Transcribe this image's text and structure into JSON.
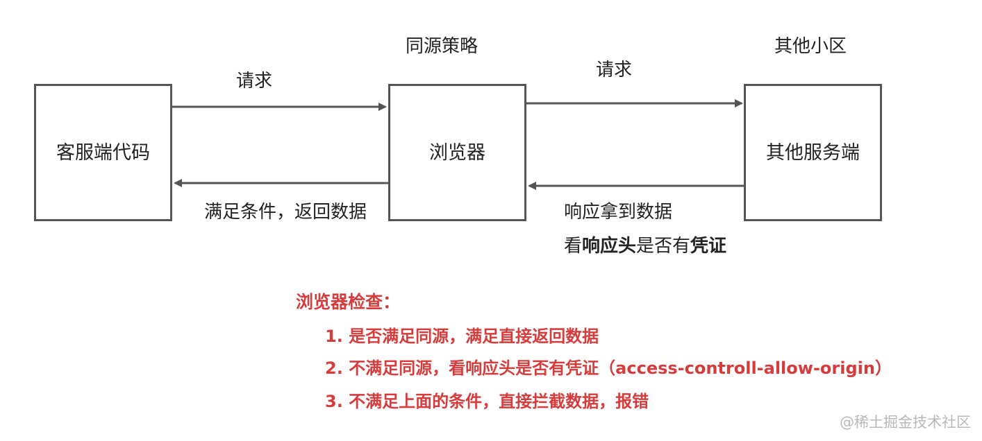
{
  "diagram": {
    "nodes": {
      "client_code": "客服端代码",
      "browser": "浏览器",
      "other_server": "其他服务端"
    },
    "headers": {
      "same_origin_policy": "同源策略",
      "other_neighborhood": "其他小区"
    },
    "edges": {
      "request_left": "请求",
      "request_right": "请求",
      "return_data": "满足条件，返回数据",
      "response_data": "响应拿到数据"
    },
    "credential_note": {
      "prefix": "看",
      "bold1": "响应头",
      "middle": "是否有",
      "bold2": "凭证"
    },
    "check_title": "浏览器检查：",
    "checks": [
      "1. 是否满足同源，满足直接返回数据",
      "2. 不满足同源，看响应头是否有凭证（access-controll-allow-origin）",
      "3. 不满足上面的条件，直接拦截数据，报错"
    ],
    "watermark": "@稀土掘金技术社区"
  },
  "colors": {
    "box_border": "#555555",
    "arrow": "#555555",
    "text": "#222222",
    "red_text": "#d63c3c",
    "watermark": "#b8b8b8"
  }
}
